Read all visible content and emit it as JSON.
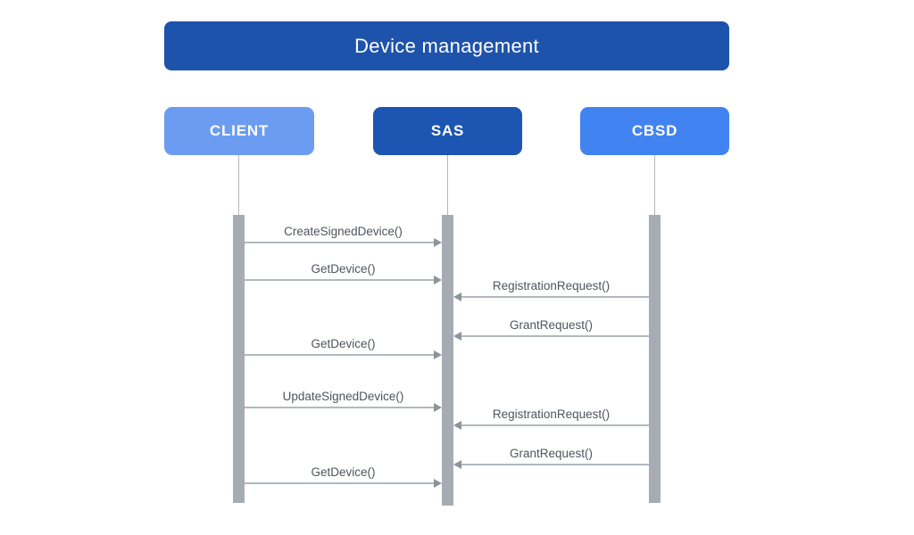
{
  "diagram_type": "sequence-diagram",
  "title": "Device management",
  "title_bar_color": "#1e53ab",
  "actors": [
    {
      "id": "client",
      "label": "CLIENT",
      "color": "#6b9cf2"
    },
    {
      "id": "sas",
      "label": "SAS",
      "color": "#1d55b3"
    },
    {
      "id": "cbsd",
      "label": "CBSD",
      "color": "#4283f2"
    }
  ],
  "lifeline_color": "#b4b8be",
  "activation_bar_color": "#a7acb4",
  "arrow_color": "#8d939c",
  "message_text_color": "#4f545c",
  "messages": [
    {
      "label": "CreateSignedDevice()",
      "from": "CLIENT",
      "to": "SAS",
      "direction": "right"
    },
    {
      "label": "GetDevice()",
      "from": "CLIENT",
      "to": "SAS",
      "direction": "right"
    },
    {
      "label": "RegistrationRequest()",
      "from": "CBSD",
      "to": "SAS",
      "direction": "left"
    },
    {
      "label": "GrantRequest()",
      "from": "CBSD",
      "to": "SAS",
      "direction": "left"
    },
    {
      "label": "GetDevice()",
      "from": "CLIENT",
      "to": "SAS",
      "direction": "right"
    },
    {
      "label": "UpdateSignedDevice()",
      "from": "CLIENT",
      "to": "SAS",
      "direction": "right"
    },
    {
      "label": "RegistrationRequest()",
      "from": "CBSD",
      "to": "SAS",
      "direction": "left"
    },
    {
      "label": "GrantRequest()",
      "from": "CBSD",
      "to": "SAS",
      "direction": "left"
    },
    {
      "label": "GetDevice()",
      "from": "CLIENT",
      "to": "SAS",
      "direction": "right"
    }
  ]
}
